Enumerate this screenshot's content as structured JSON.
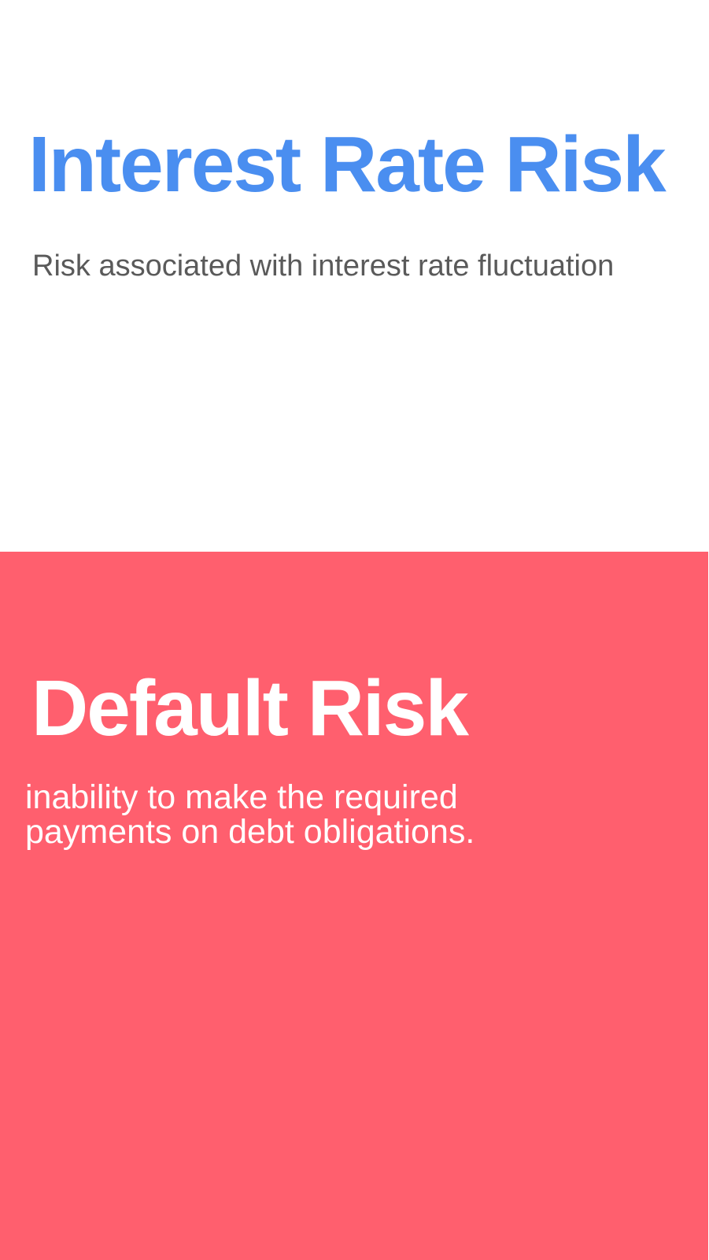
{
  "sections": [
    {
      "title": "Interest Rate Risk",
      "description": "Risk associated with interest rate fluctuation",
      "background_color": "#ffffff",
      "title_color": "#4a8ef0",
      "text_color": "#5a5a5a"
    },
    {
      "title": "Default Risk",
      "description": "inability to make the required payments on debt obligations.",
      "background_color": "#ff5f6e",
      "title_color": "#ffffff",
      "text_color": "#ffffff"
    }
  ]
}
